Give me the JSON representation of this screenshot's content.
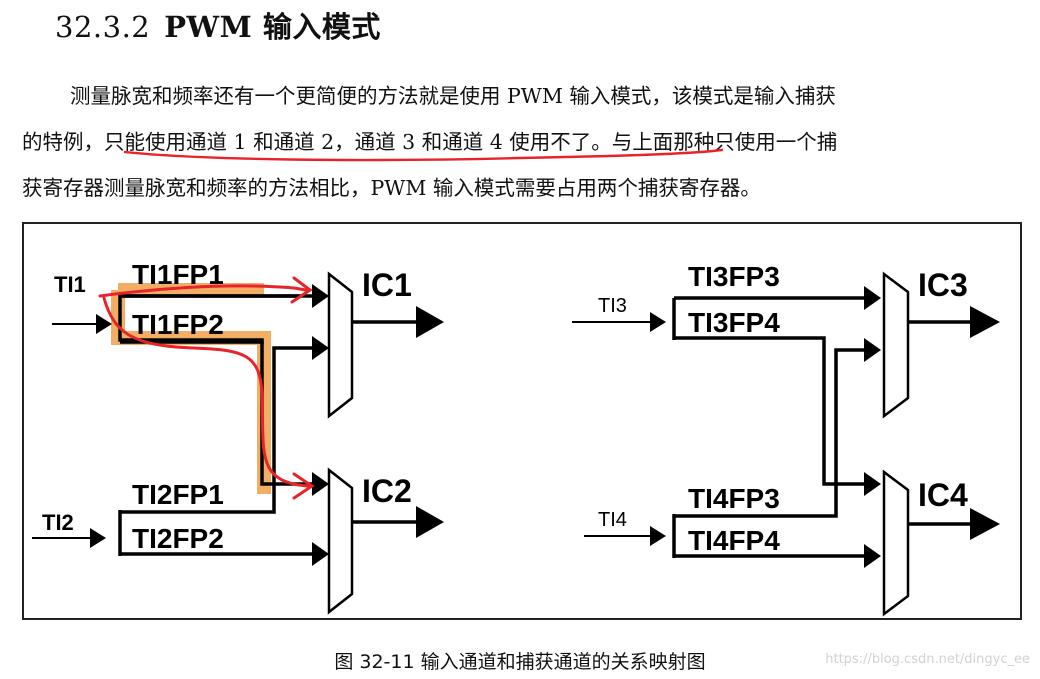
{
  "section": {
    "number": "32.3.2",
    "title": "PWM 输入模式"
  },
  "paragraph": {
    "line1": "测量脉宽和频率还有一个更简便的方法就是使用 PWM 输入模式，该模式是输入捕获",
    "line2_a": "的特例，",
    "line2_underlined": "只能使用通道 1 和通道 2，通道 3 和通道 4 使用不了。",
    "line2_b": "与上面那种只使用一个捕",
    "line3": "获寄存器测量脉宽和频率的方法相比，PWM 输入模式需要占用两个捕获寄存器。"
  },
  "diagram": {
    "left": {
      "input_top": "TI1",
      "input_bottom": "TI2",
      "signals": [
        "TI1FP1",
        "TI1FP2",
        "TI2FP1",
        "TI2FP2"
      ],
      "outputs": [
        "IC1",
        "IC2"
      ]
    },
    "right": {
      "input_top": "TI3",
      "input_bottom": "TI4",
      "signals": [
        "TI3FP3",
        "TI3FP4",
        "TI4FP3",
        "TI4FP4"
      ],
      "outputs": [
        "IC3",
        "IC4"
      ]
    }
  },
  "caption": "图 32-11 输入通道和捕获通道的关系映射图",
  "watermark": "https://blog.csdn.net/dingyc_ee",
  "colors": {
    "annotation_red": "#e8242a",
    "highlight_orange": "#f0a04a"
  }
}
